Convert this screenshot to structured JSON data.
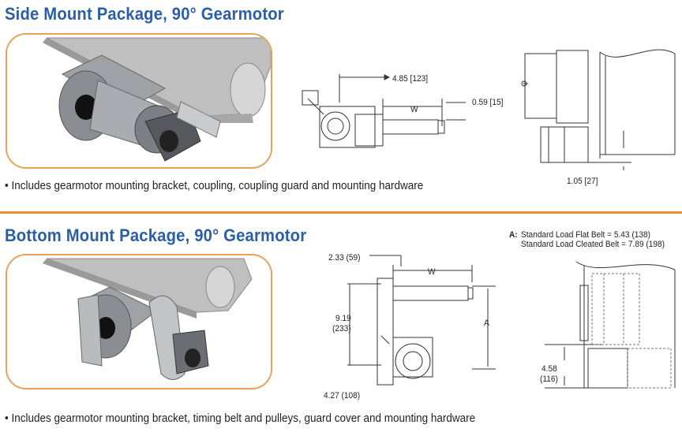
{
  "section1": {
    "title": "Side Mount Package, 90° Gearmotor",
    "bullet": "• Includes gearmotor mounting bracket, coupling, coupling guard and mounting hardware",
    "dims": {
      "d1": "4.85 [123]",
      "w": "W",
      "d2": "0.59 [15]",
      "d3": "1.05 [27]"
    }
  },
  "section2": {
    "title": "Bottom Mount Package, 90° Gearmotor",
    "bullet": "• Includes gearmotor mounting bracket, timing belt and pulleys, guard cover and mounting hardware",
    "dims": {
      "d1": "2.33 (59)",
      "w": "W",
      "d2a": "9.19",
      "d2b": "(233)",
      "a": "A",
      "d3": "4.27 (108)",
      "d4a": "4.58",
      "d4b": "(116)"
    },
    "note": {
      "label": "A:",
      "line1": "Standard Load Flat Belt = 5.43 (138)",
      "line2": "Standard Load Cleated Belt = 7.89 (198)"
    }
  },
  "colors": {
    "title": "#2a5fa6",
    "accent": "#f08a2c"
  }
}
